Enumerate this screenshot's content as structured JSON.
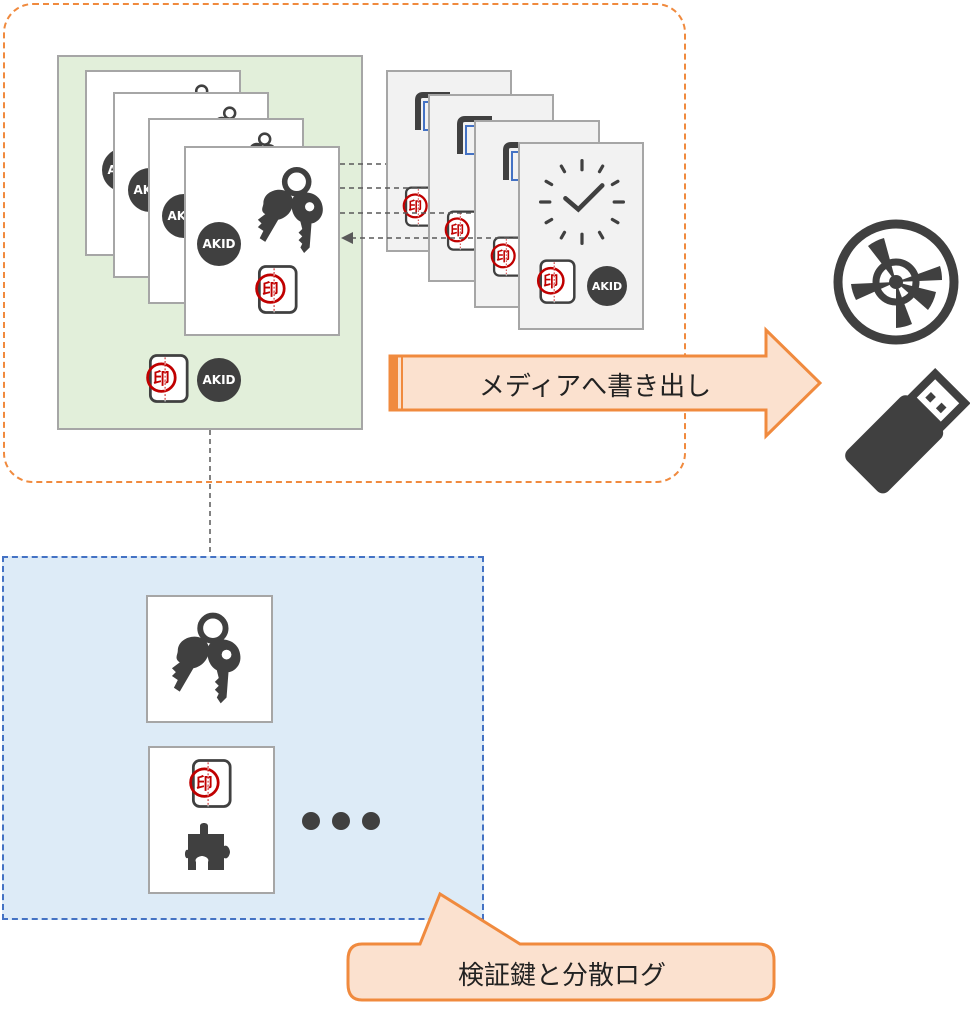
{
  "media_label": "メディアへ書き出し",
  "keys_label": "検証鍵と分散ログ",
  "badges": {
    "b1": "AKID",
    "b2": "AKID",
    "b3": "AKID",
    "b4": "AKID",
    "b5": "AKID",
    "b6": "AKID"
  },
  "colors": {
    "orange_border": "#f08a3e",
    "orange_fill": "#fbe1cf",
    "green_panel": "#e2efda",
    "blue_panel": "#ddebf7",
    "blue_border": "#4472c4",
    "icon_dark": "#404040",
    "seal_red": "#c00000"
  },
  "icons": [
    "key-icon",
    "seal-stamp-icon",
    "clock-icon",
    "optical-disc-icon",
    "usb-drive-icon",
    "puzzle-piece-icon",
    "ellipsis-icon"
  ]
}
